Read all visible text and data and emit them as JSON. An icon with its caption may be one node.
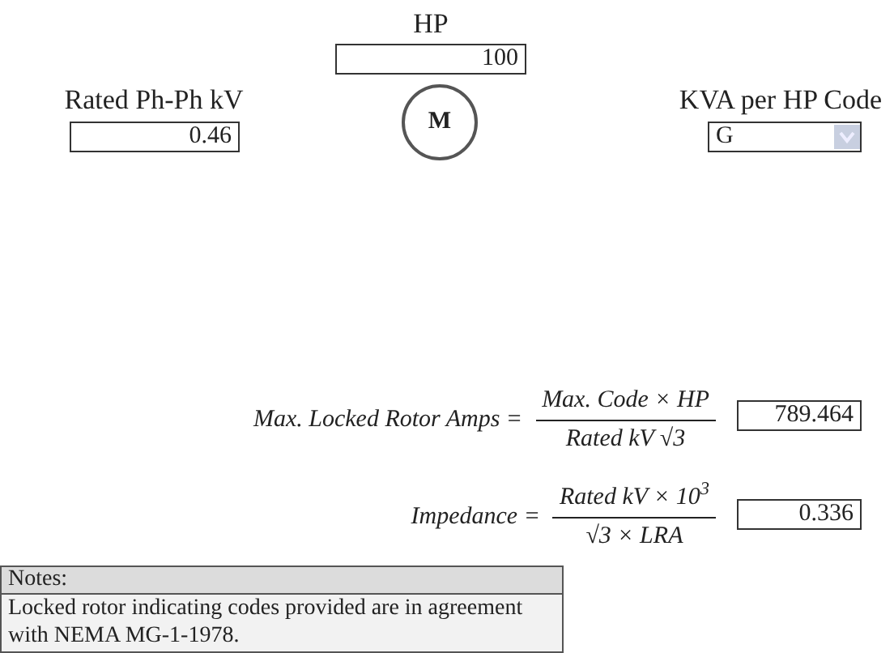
{
  "diagram": {
    "nodes": [
      {
        "text": [
          "M"
        ]
      }
    ],
    "labels": [
      "HP",
      "100",
      "Rated Ph-Ph kV",
      "0.46",
      "KVA per HP Code",
      "G",
      "Max. Locked Rotor Amps =",
      "Max. Code × HP",
      "Rated kV √3",
      "789.464",
      "Impedance =",
      "Rated kV × 10$^{3}$",
      "√3 × LRA",
      "0.336",
      "Notes:",
      "Locked rotor indicating codes provided are in agreement with NEMA MG-1-1978."
    ]
  }
}
